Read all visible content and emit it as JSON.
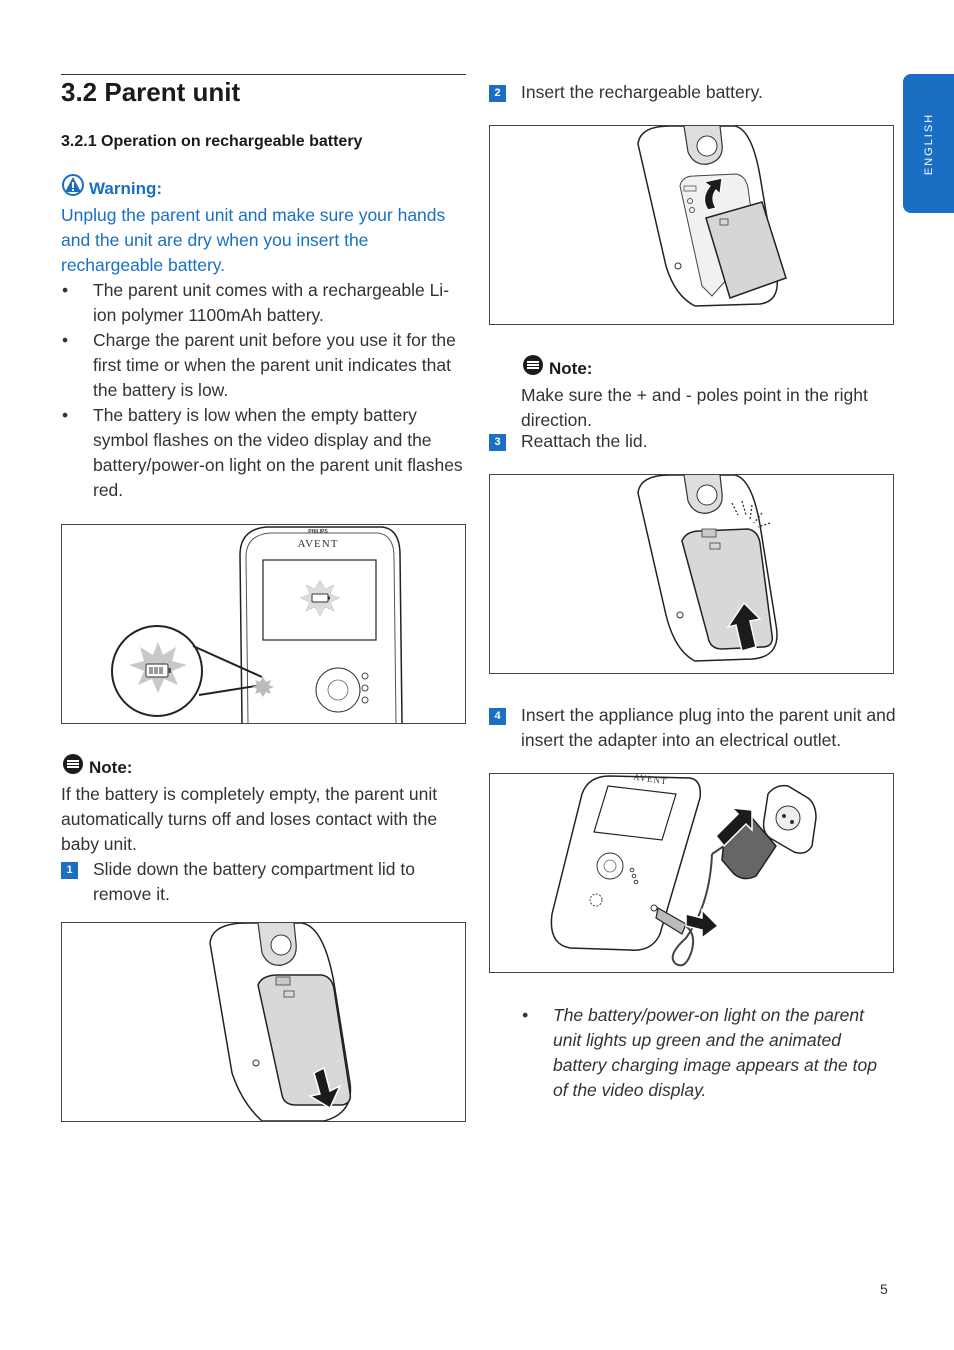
{
  "side_tab": {
    "label": "ENGLISH"
  },
  "page_number": "5",
  "section": {
    "title": "3.2 Parent unit",
    "subtitle": "3.2.1 Operation on rechargeable battery"
  },
  "warning": {
    "label": "Warning:",
    "text": "Unplug the parent unit and make sure your hands and the unit are dry when you insert the rechargeable battery."
  },
  "bullets": [
    "The parent unit comes with a rechargeable Li-ion polymer 1100mAh battery.",
    "Charge the parent unit before you use it for the first time or when the parent unit indicates that the battery is low.",
    "The battery is low when the empty battery symbol flashes on the video display and the battery/power-on light on the parent unit flashes red."
  ],
  "brand": {
    "top": "PHILIPS",
    "name": "AVENT"
  },
  "note1": {
    "label": "Note:",
    "text": "If the battery is completely empty, the parent unit automatically turns off and loses contact with the baby unit."
  },
  "note2": {
    "label": "Note:",
    "text": "Make sure the + and - poles point in the right direction."
  },
  "steps": [
    {
      "num": "1",
      "text": "Slide down the battery compartment lid to remove it."
    },
    {
      "num": "2",
      "text": "Insert the rechargeable battery."
    },
    {
      "num": "3",
      "text": "Reattach the lid."
    },
    {
      "num": "4",
      "text": "Insert the appliance plug into the parent unit and insert the adapter into an electrical outlet."
    }
  ],
  "result_bullet": "The battery/power-on light on the parent unit lights up green and the animated battery charging image appears at the top of the video display.",
  "colors": {
    "accent": "#1a6fc4",
    "text": "#333333"
  },
  "icons": {
    "warning": "warning-icon",
    "note": "note-icon"
  }
}
